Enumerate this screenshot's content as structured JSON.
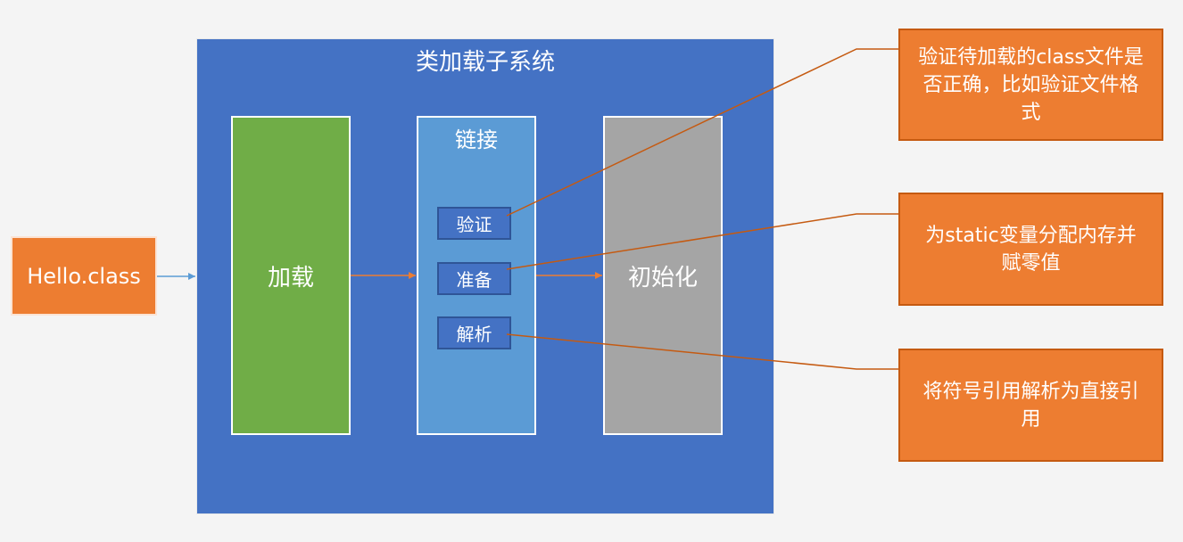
{
  "input": {
    "label": "Hello.class"
  },
  "subsystem": {
    "title": "类加载子系统",
    "stages": {
      "loading": "加载",
      "linking": "链接",
      "initialization": "初始化"
    },
    "linking_steps": {
      "verify": "验证",
      "prepare": "准备",
      "resolve": "解析"
    }
  },
  "notes": {
    "verify": "验证待加载的class文件是否正确，比如验证文件格式",
    "prepare": "为static变量分配内存并赋零值",
    "resolve": "将符号引用解析为直接引用"
  },
  "colors": {
    "background": "#f4f4f4",
    "subsystem": "#4472c4",
    "loading": "#70ad47",
    "linking": "#5b9bd5",
    "initialization": "#a5a5a5",
    "note": "#ed7d31",
    "flow_arrow": "#ed7d31",
    "input_arrow": "#5b9bd5",
    "callout_line": "#c55a11"
  }
}
